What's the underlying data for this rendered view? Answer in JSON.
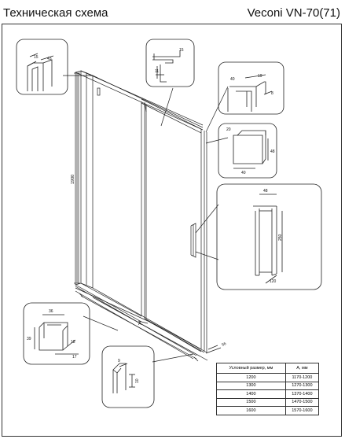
{
  "header": {
    "title_left": "Техническая схема",
    "title_right": "Veconi VN-70(71)"
  },
  "dimensions": {
    "main_height": "1900",
    "bottom_width": "A",
    "bottom_depth": "56",
    "detail_profile": [
      "15",
      "43"
    ],
    "detail_top_fixture": [
      "15",
      "11"
    ],
    "detail_corner_top": [
      "19",
      "8",
      "40"
    ],
    "detail_corner_mid": [
      "20",
      "48",
      "40"
    ],
    "detail_handle": [
      "48",
      "250",
      "120"
    ],
    "detail_bottom_left": [
      "36",
      "39",
      "17",
      "18"
    ],
    "detail_bottom_center": [
      "9",
      "10"
    ]
  },
  "table": {
    "headers": [
      "Условный размер, мм",
      "A, мм"
    ],
    "rows": [
      [
        "1200",
        "1170-1200"
      ],
      [
        "1300",
        "1270-1300"
      ],
      [
        "1400",
        "1370-1400"
      ],
      [
        "1500",
        "1470-1500"
      ],
      [
        "1600",
        "1570-1600"
      ]
    ]
  }
}
